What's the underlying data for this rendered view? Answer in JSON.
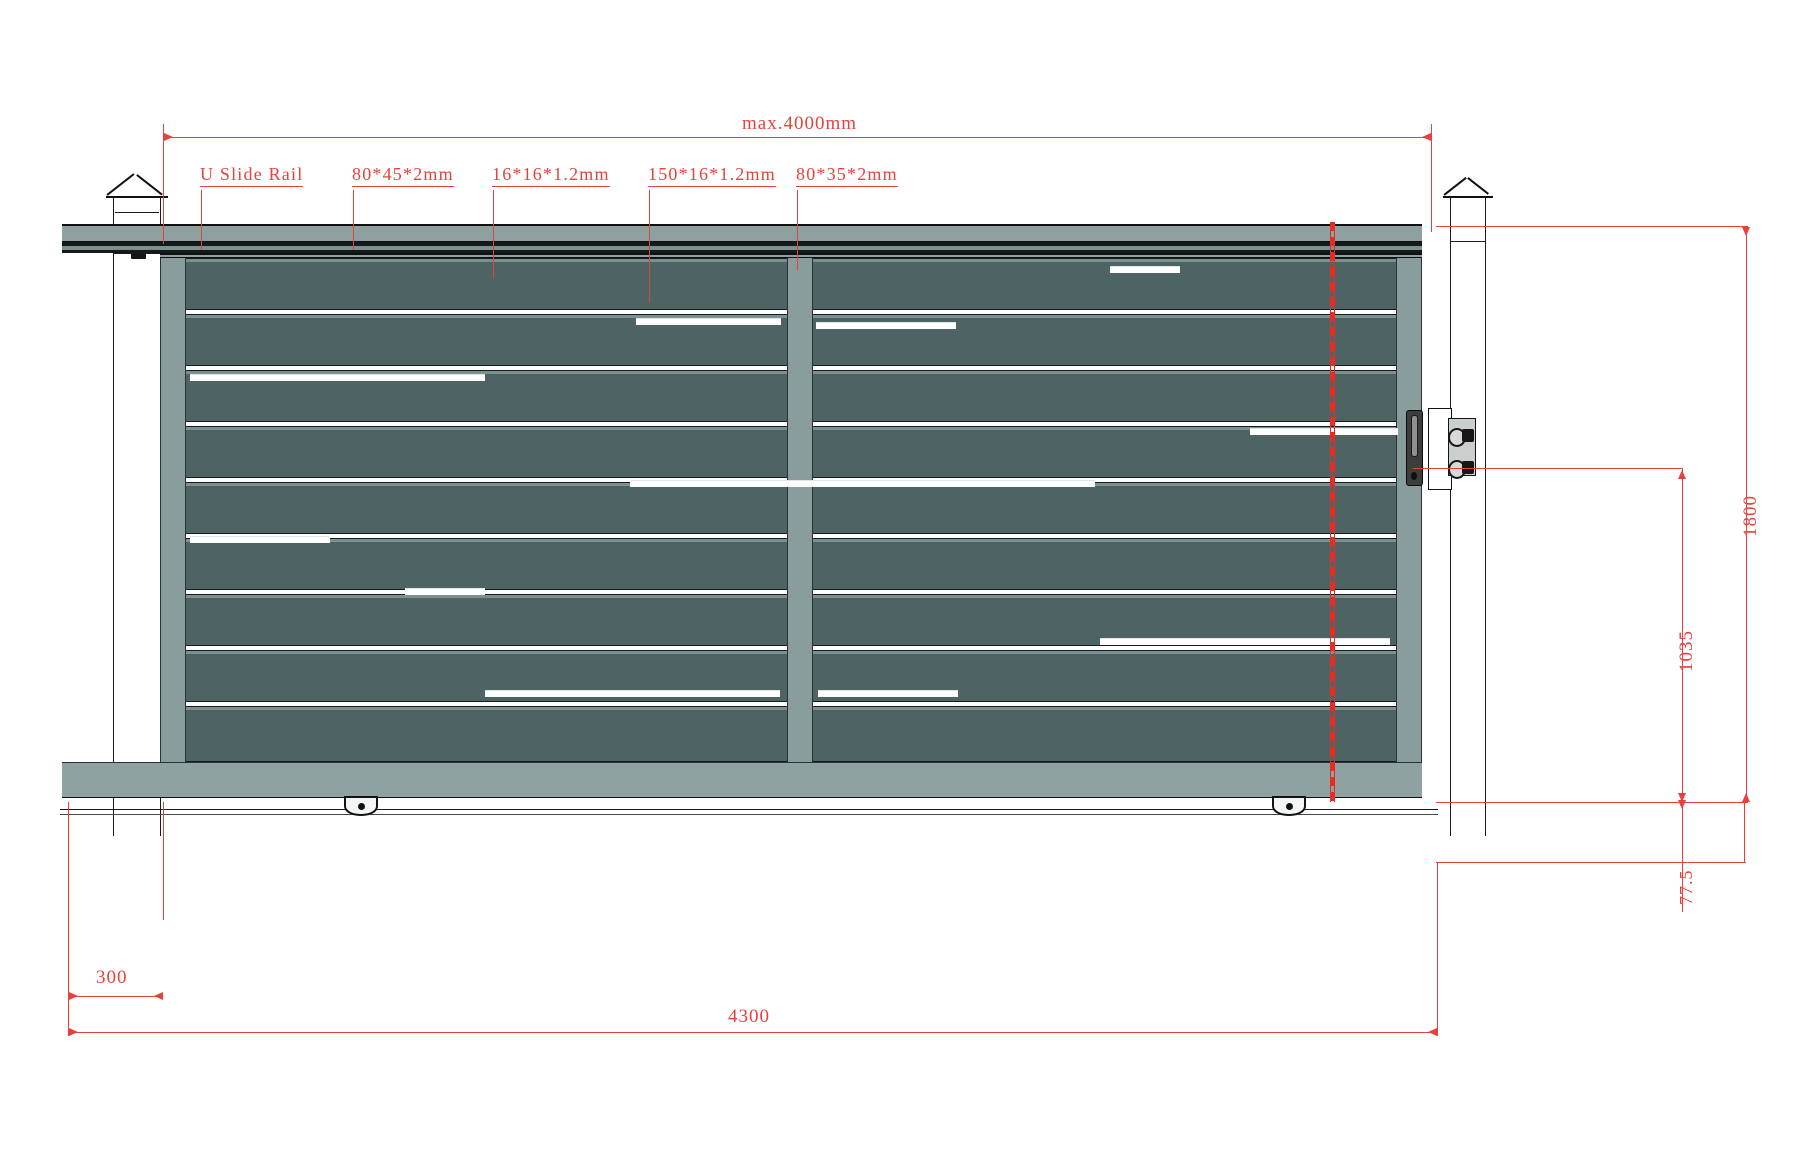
{
  "drawing": {
    "type": "sliding-gate-elevation",
    "accent_color": "#e8413c",
    "slat_color": "#4e6464",
    "frame_color": "#8a9d9d"
  },
  "callouts": [
    {
      "id": "u-slide-rail",
      "label": "U Slide Rail"
    },
    {
      "id": "top-rail-profile",
      "label": "80*45*2mm"
    },
    {
      "id": "slat-small",
      "label": "16*16*1.2mm"
    },
    {
      "id": "slat-large",
      "label": "150*16*1.2mm"
    },
    {
      "id": "stile-profile",
      "label": "80*35*2mm"
    }
  ],
  "dimensions": {
    "overall_opening": "max.4000mm",
    "gate_height": "1800",
    "lock_height": "1035",
    "tail_length": "300",
    "overall_length": "4300",
    "ground_clearance": "77.5"
  }
}
